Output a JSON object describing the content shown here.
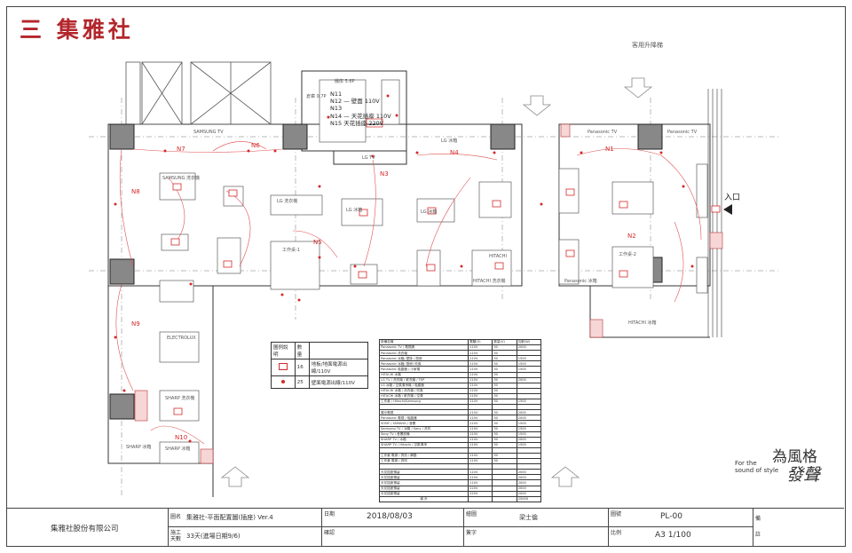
{
  "header": {
    "logo_text": "三 集雅社",
    "top_note": "客用升降梯"
  },
  "plan": {
    "circuits": [
      "N1",
      "N2",
      "N3",
      "N4",
      "N5",
      "N6",
      "N7",
      "N8",
      "N9",
      "N10",
      "N11",
      "N12",
      "N13",
      "N14",
      "N15"
    ],
    "panel_labels": {
      "N11": "N11",
      "N12": "N12 — 壁面 110V",
      "N13": "N13",
      "N14": "N14 — 天花插座 110V",
      "N15": "N15 天花插座 220V"
    },
    "room_labels": {
      "panel_room": "機房 5.6P",
      "storage": "倉庫 0.7P",
      "lg_tv_top": "LG 冰箱",
      "lg_tv": "LG TV",
      "samsung_tv": "SAMSUNG TV",
      "panasonic_tv_1": "Panasonic TV",
      "panasonic_tv_2": "Panasonic TV",
      "samsung_display": "SAMSUNG 洗衣機",
      "work_table_1": "工作桌-1",
      "work_table_2": "工作桌-2",
      "hitachi": "HITACHI",
      "hitachi_fridge": "HITACHI 冰箱",
      "electrolux": "ELECTROLUX",
      "sharp_1": "SHARP 洗衣機",
      "sharp_2": "SHARP 冰箱",
      "sharp_3": "SHARP 冰箱",
      "lg_washer": "LG 洗衣機",
      "lg_fridge": "LG 冰箱",
      "panasonic_vert": "Panasonic 冰箱",
      "hitachi_vert": "HITACHI 洗衣機",
      "entrance": "入口"
    }
  },
  "legend": {
    "headers": [
      "圖例說明",
      "數量"
    ],
    "rows": [
      {
        "count": "16",
        "desc": "地板/地面電源出線/110V"
      },
      {
        "count": "25",
        "desc": "壁面電源出線/110V"
      }
    ]
  },
  "load_table": {
    "headers": [
      "設備名稱",
      "電壓(V)",
      "數量(V)",
      "瓦數(W)"
    ],
    "rows": [
      [
        "Panasonic TV / 電視牆",
        "110V",
        "30",
        "2000"
      ],
      [
        "Panasonic 洗衣機",
        "110V",
        "30",
        ""
      ],
      [
        "Panasonic 冰箱/ 壁掛 / 廚房",
        "110V",
        "30",
        "1500"
      ],
      [
        "Panasonic 冰箱/ 廚房/ 吹風",
        "110V",
        "30",
        "1500"
      ],
      [
        "Panasonic 吸塵器 / 小家電",
        "110V",
        "30",
        "1500"
      ],
      [
        "HITACHI 冰箱",
        "110V",
        "30",
        ""
      ],
      [
        "LG TV / 洗衣機 / 乾衣機 / TEP",
        "110V",
        "30",
        "2000"
      ],
      [
        "LG 冰箱 / 空氣清淨機 / 吸塵器",
        "110V",
        "30",
        ""
      ],
      [
        "HITACHI 冰箱 / 洗衣機 / 吹風",
        "110V",
        "30",
        ""
      ],
      [
        "HITACHI 冰箱 / 乾衣機 / 空清",
        "110V",
        "30",
        ""
      ],
      [
        "工作桌 / Hitachi/Samsung",
        "110V",
        "30",
        "1500"
      ],
      [
        "",
        "",
        "",
        ""
      ],
      [
        "展示電視",
        "110V",
        "30",
        "2000"
      ],
      [
        "Panasonic 電視 / 吸塵器",
        "110V",
        "30",
        "2000"
      ],
      [
        "SONY / YAMAHA / 音響",
        "110V",
        "30",
        "1500"
      ],
      [
        "Samsung TV / 冰箱 / Sony / 洗衣",
        "110V",
        "30",
        "1500"
      ],
      [
        "Sony TV / 音響設備",
        "110V",
        "30",
        "1500"
      ],
      [
        "SHARP TV / 冰箱",
        "110V",
        "30",
        "2000"
      ],
      [
        "SHARP TV / Hitachi / 空氣清淨",
        "110V",
        "30",
        "1500"
      ],
      [
        "",
        "",
        "",
        ""
      ],
      [
        "工作桌 電源 / 資訊 / 網路",
        "110V",
        "30",
        ""
      ],
      [
        "工作桌 電源 / 資訊",
        "110V",
        "30",
        ""
      ],
      [
        "",
        "",
        "",
        ""
      ],
      [
        "天花插座預留",
        "110V",
        "",
        "2000"
      ],
      [
        "天花插座預留",
        "110V",
        "",
        "2000"
      ],
      [
        "天花插座預留",
        "110V",
        "",
        "2000"
      ],
      [
        "天花插座預留",
        "220V",
        "",
        "2000"
      ],
      [
        "天花插座預留",
        "220V",
        "",
        "2000"
      ]
    ],
    "total_label": "總    計",
    "total_value": "25000"
  },
  "slogan": {
    "en": "For the\nsound of style",
    "zh_top": "為風格",
    "zh_bottom": "發聲"
  },
  "title_block": {
    "company": "集雅社股份有限公司",
    "drawing_name_key": "圖名",
    "drawing_name": "集雅社-平面配置圖(插座) Ver.4",
    "duration_key": "施工天數",
    "duration": "33天(進場日期9/6)",
    "date_key": "日期",
    "date": "2018/08/03",
    "confirm_key": "確認",
    "confirm": "",
    "designer_key": "繪圖",
    "designer": "梁士倫",
    "signer_key": "簽字",
    "signer": "",
    "drawing_no_key": "圖號",
    "drawing_no": "PL-00",
    "scale_key": "比例",
    "scale": "A3 1/100",
    "extra1_key": "備",
    "extra2_key": "註"
  }
}
